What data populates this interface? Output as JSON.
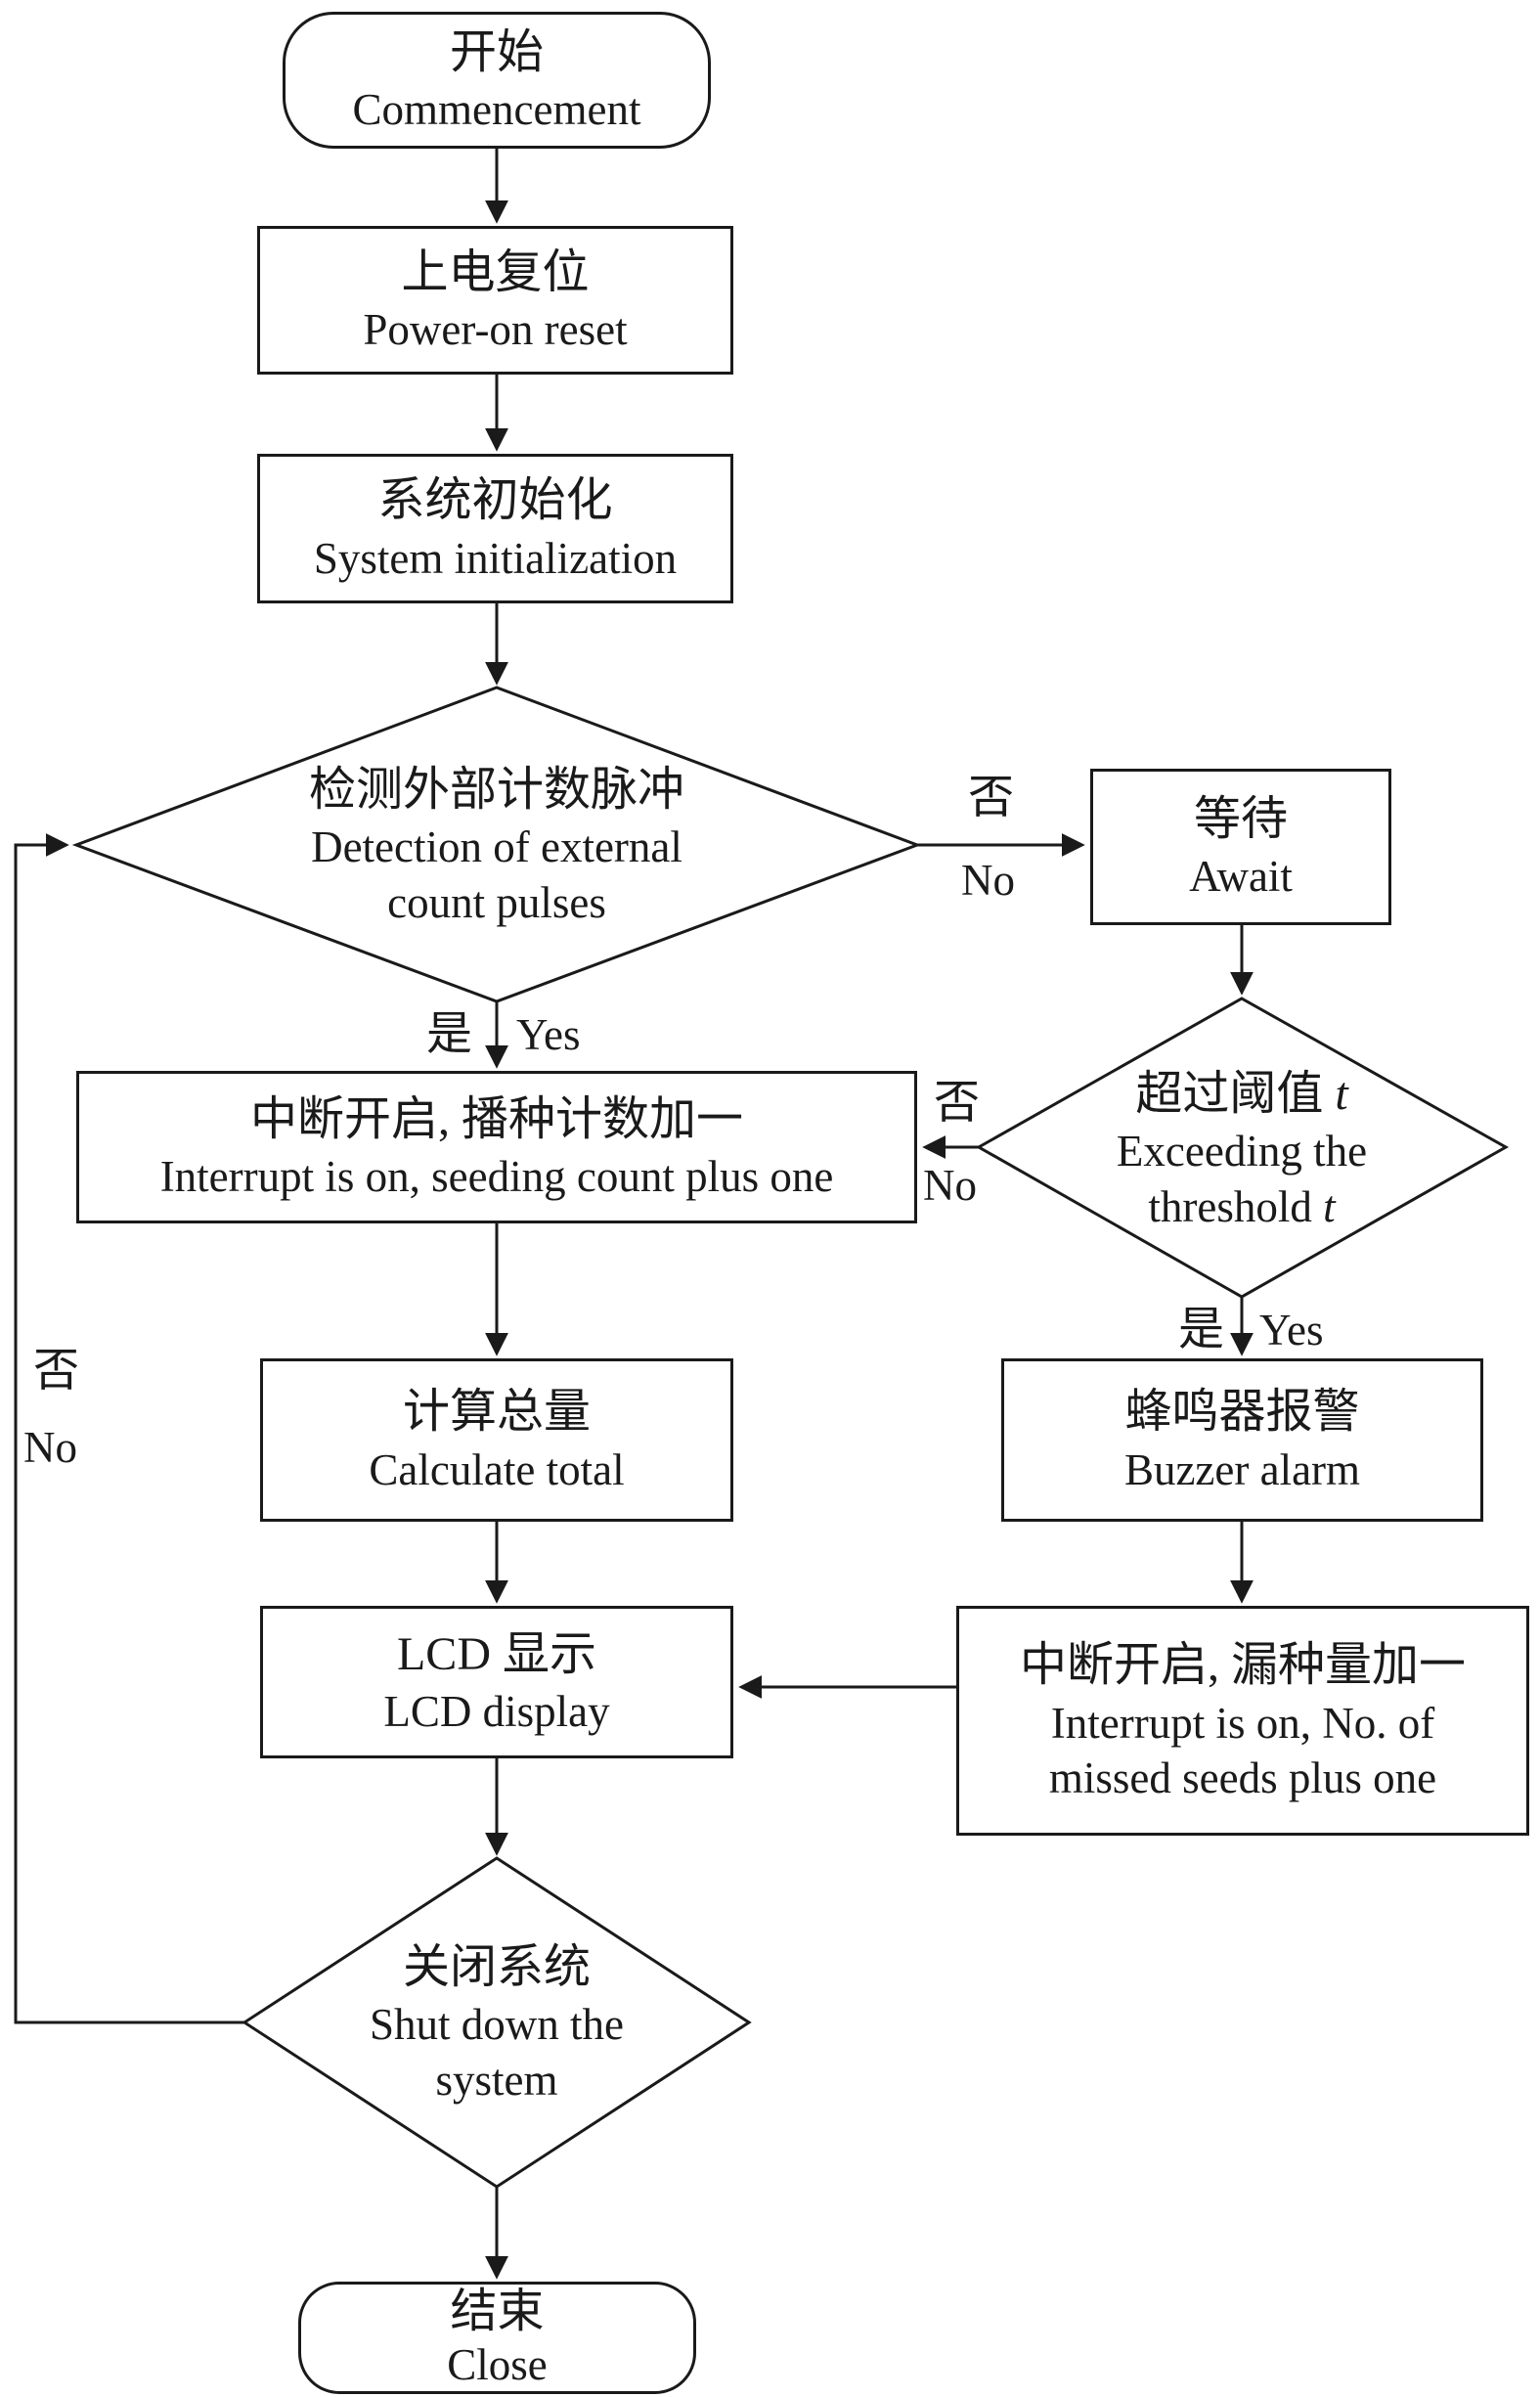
{
  "page": {
    "background": "#ffffff",
    "line_color": "#1a1a1a"
  },
  "nodes": {
    "start": {
      "zh": "开始",
      "en": "Commencement"
    },
    "power_on_reset": {
      "zh": "上电复位",
      "en": "Power-on reset"
    },
    "system_init": {
      "zh": "系统初始化",
      "en": "System initialization"
    },
    "detect_pulses": {
      "zh": "检测外部计数脉冲",
      "en1": "Detection of external",
      "en2": "count pulses"
    },
    "await": {
      "zh": "等待",
      "en": "Await"
    },
    "threshold": {
      "zh_prefix": "超过阈值 ",
      "t": "t",
      "en1": "Exceeding the",
      "en2_prefix": "threshold "
    },
    "interrupt_seed": {
      "zh": "中断开启, 播种计数加一",
      "en": "Interrupt is on, seeding count plus one"
    },
    "calc_total": {
      "zh": "计算总量",
      "en": "Calculate total"
    },
    "lcd_display": {
      "zh": "LCD 显示",
      "en": "LCD display"
    },
    "buzzer": {
      "zh": "蜂鸣器报警",
      "en": "Buzzer alarm"
    },
    "missed_seeds": {
      "zh": "中断开启, 漏种量加一",
      "en1": "Interrupt is on, No. of",
      "en2": "missed seeds plus one"
    },
    "shutdown": {
      "zh": "关闭系统",
      "en1": "Shut down the",
      "en2": "system"
    },
    "close": {
      "zh": "结束",
      "en": "Close"
    }
  },
  "edge_labels": {
    "no_zh": "否",
    "no_en": "No",
    "yes_zh": "是",
    "yes_en": "Yes"
  }
}
